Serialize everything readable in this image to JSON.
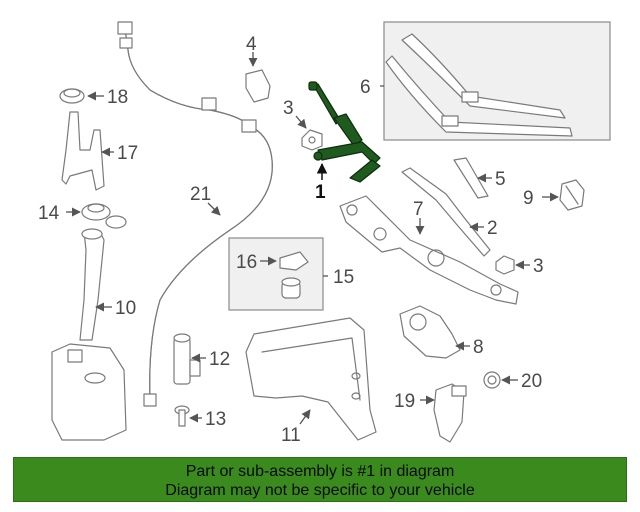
{
  "highlight_color": "#1f5a1f",
  "banner_color": "#3a8a1e",
  "labels": {
    "p1": "1",
    "p2": "2",
    "p3a": "3",
    "p3b": "3",
    "p4": "4",
    "p5": "5",
    "p6": "6",
    "p7": "7",
    "p8": "8",
    "p9": "9",
    "p10": "10",
    "p11": "11",
    "p12": "12",
    "p13": "13",
    "p14": "14",
    "p15": "15",
    "p16": "16",
    "p17": "17",
    "p18": "18",
    "p19": "19",
    "p20": "20",
    "p21": "21"
  },
  "highlighted_part": "1",
  "banner": {
    "line1": "Part or sub-assembly is #1 in diagram",
    "line2": "Diagram may not be specific to your vehicle"
  }
}
